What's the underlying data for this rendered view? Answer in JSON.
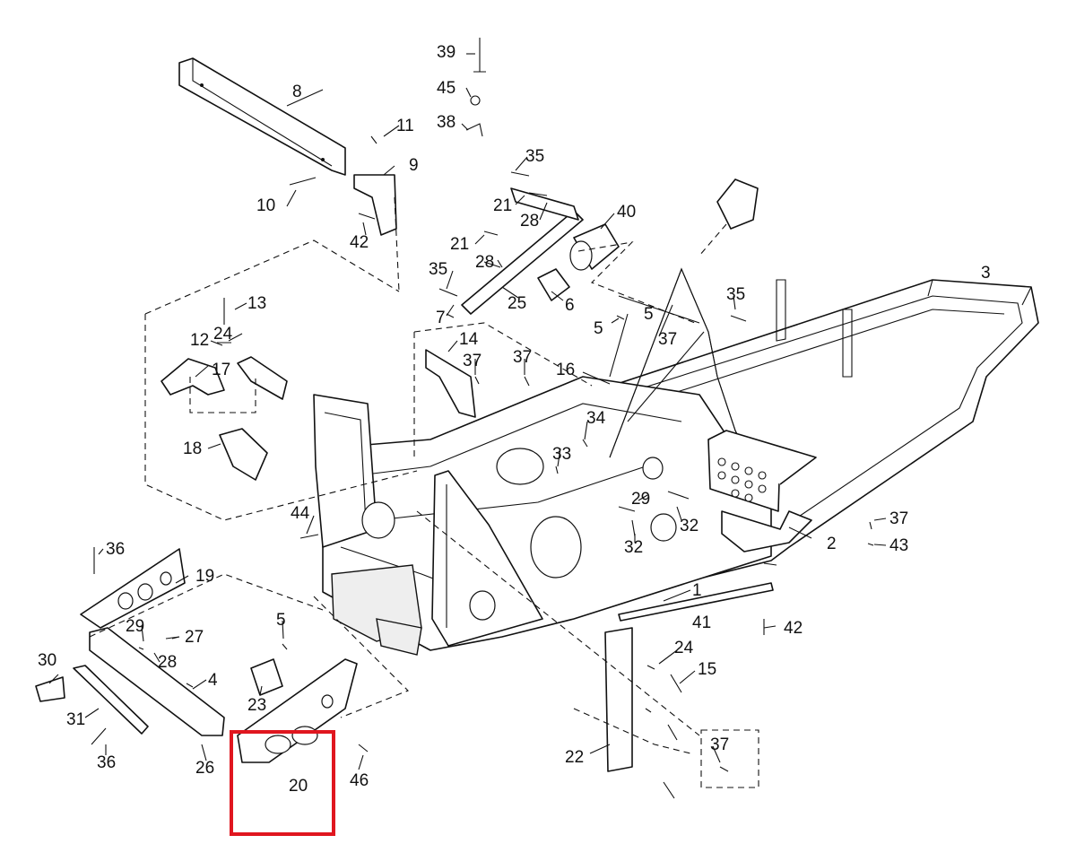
{
  "callouts": [
    "1",
    "2",
    "3",
    "4",
    "5",
    "5",
    "5",
    "6",
    "7",
    "8",
    "9",
    "10",
    "11",
    "12",
    "13",
    "14",
    "15",
    "16",
    "17",
    "18",
    "19",
    "20",
    "21",
    "21",
    "22",
    "23",
    "24",
    "24",
    "25",
    "26",
    "27",
    "28",
    "28",
    "28",
    "29",
    "29",
    "30",
    "31",
    "32",
    "32",
    "33",
    "34",
    "35",
    "35",
    "35",
    "36",
    "36",
    "37",
    "37",
    "37",
    "37",
    "37",
    "38",
    "39",
    "40",
    "41",
    "42",
    "42",
    "43",
    "44",
    "45",
    "46"
  ],
  "highlight": {
    "label": "20",
    "color": "#e0161f"
  }
}
